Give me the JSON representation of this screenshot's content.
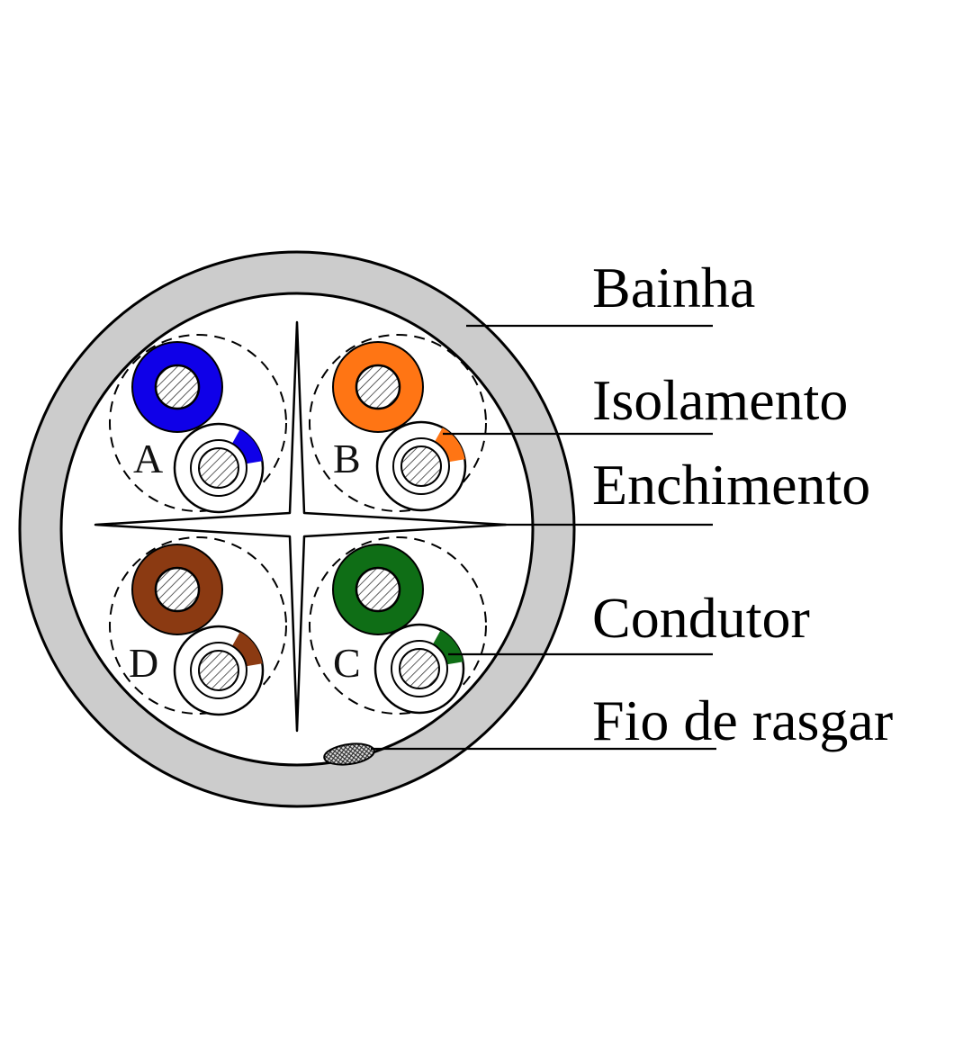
{
  "diagram": {
    "labels": {
      "sheath": "Bainha",
      "insulation": "Isolamento",
      "filler": "Enchimento",
      "conductor": "Condutor",
      "ripcord": "Fio de rasgar"
    },
    "pairs": [
      {
        "letter": "A",
        "color": "#0f00e8"
      },
      {
        "letter": "B",
        "color": "#ff7514"
      },
      {
        "letter": "C",
        "color": "#0f6e16"
      },
      {
        "letter": "D",
        "color": "#8b3a12"
      }
    ],
    "colors": {
      "jacket": "#cccccc",
      "outline": "#000000",
      "background": "#ffffff"
    }
  }
}
